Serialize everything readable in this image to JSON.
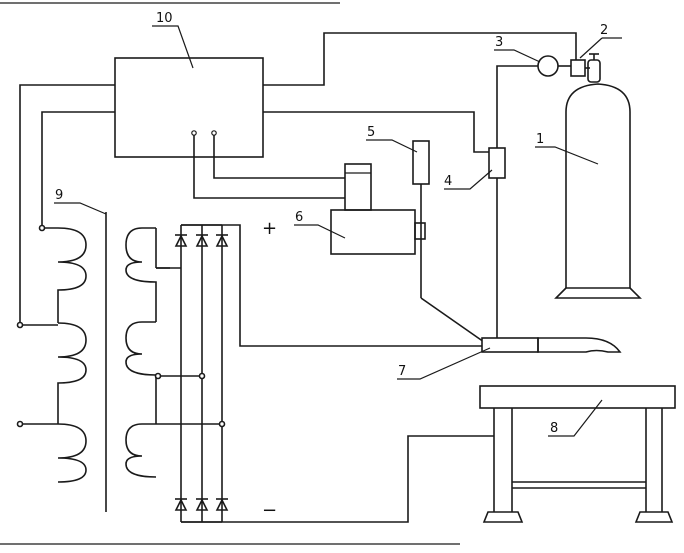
{
  "labels": {
    "l1": "1",
    "l2": "2",
    "l3": "3",
    "l4": "4",
    "l5": "5",
    "l6": "6",
    "l7": "7",
    "l8": "8",
    "l9": "9",
    "l10": "10"
  },
  "polarity": {
    "plus": "+",
    "minus": "−"
  }
}
